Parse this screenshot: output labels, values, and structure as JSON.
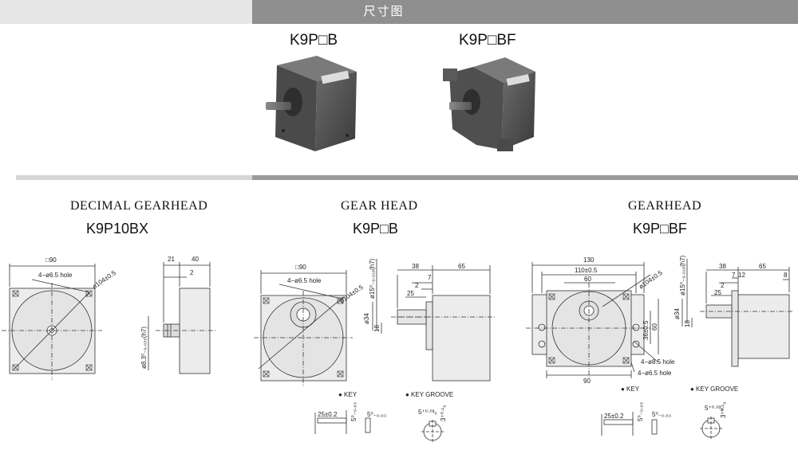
{
  "header": {
    "title": "尺寸图"
  },
  "photos": {
    "left_label": "K9P□B",
    "right_label": "K9P□BF"
  },
  "drawings": {
    "left": {
      "caption": "DECIMAL GEARHEAD",
      "model": "K9P10BX",
      "dims": {
        "square": "□90",
        "holes": "4−ø6.5 hole",
        "pcd": "ø104±0.5",
        "d21": "21",
        "d40": "40",
        "d2": "2",
        "shaft": "ø8.3⁰₋₀.₀₃₅(h7)"
      }
    },
    "middle": {
      "caption": "GEAR HEAD",
      "model": "K9P□B",
      "dims": {
        "square": "□90",
        "holes": "4−ø6.5 hole",
        "pcd": "ø104±0.5",
        "shaft": "ø15⁰₋₀.₀₁₈(h7)",
        "d38": "38",
        "d65": "65",
        "d7": "7",
        "d2": "2",
        "d25": "25",
        "d34": "ø34",
        "d18": "18"
      },
      "key": {
        "key_label": "● KEY",
        "groove_label": "● KEY GROOVE",
        "key_len": "25±0.2",
        "key_w": "5⁰₋₀.₀₃",
        "key_h": "5⁰₋₀.₀₃",
        "groove_w": "5⁺⁰·⁰³₀",
        "groove_d": "3⁺⁰·¹₀"
      }
    },
    "right": {
      "caption": "GEARHEAD",
      "model": "K9P□BF",
      "dims": {
        "d130": "130",
        "d110": "110±0.5",
        "d60": "60",
        "pcd": "ø104±0.5",
        "d36": "36±0.5",
        "d60v": "60",
        "holes85": "4−ø8.5 hole",
        "holes65": "4−ø6.5 hole",
        "d90": "90",
        "shaft": "ø15⁰₋₀.₀₁₈(h7)",
        "d38": "38",
        "d65": "65",
        "d7": "7",
        "d12": "12",
        "d2": "2",
        "d25": "25",
        "d8": "8",
        "d34": "ø34",
        "d18": "18"
      },
      "key": {
        "key_label": "● KEY",
        "groove_label": "● KEY GROOVE",
        "key_len": "25±0.2",
        "key_w": "5⁰₋₀.₀₃",
        "key_h": "5⁰₋₀.₀₃",
        "groove_w": "5⁺⁰·⁰³₀",
        "groove_d": "3⁺⁰·¹₀"
      }
    }
  }
}
